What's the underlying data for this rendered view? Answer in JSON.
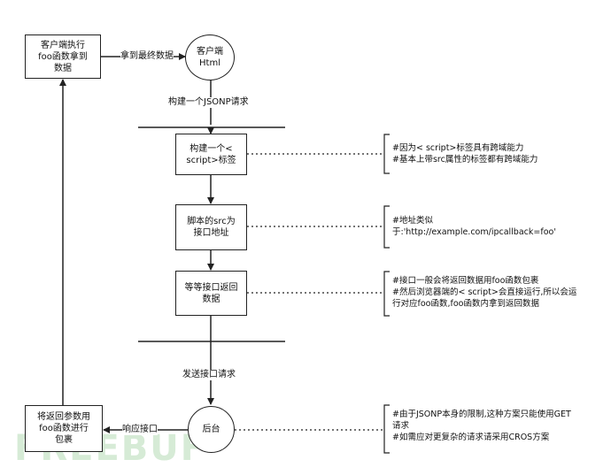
{
  "nodes": {
    "client_exec": "客户端执行\nfoo函数拿到\n数据",
    "client_html": "客户端\nHtml",
    "build_tag": "构建一个<\nscript>标签",
    "script_src": "脚本的src为\n接口地址",
    "wait_return": "等等接口返回\n数据",
    "backend": "后台",
    "wrap_params": "将返回参数用\nfoo函数进行\n包裹"
  },
  "edge_labels": {
    "get_final_data": "拿到最终数据",
    "build_jsonp": "构建一个JSONP请求",
    "send_request": "发送接口请求",
    "respond": "响应接口"
  },
  "notes": {
    "note1": "#因为< script>标签具有跨域能力\n#基本上带src属性的标签都有跨域能力",
    "note2": "#地址类似\n于:'http://example.com/ipcallback=foo'",
    "note3": "#接口一般会将返回数据用foo函数包裹\n#然后浏览器端的< script>会直接运行,所以会运\n行对应foo函数,foo函数内拿到返回数据",
    "note4": "#由于JSONP本身的限制,这种方案只能使用GET\n请求\n#如需应对更复杂的请求请采用CROS方案"
  },
  "watermark": "FREEBUF"
}
